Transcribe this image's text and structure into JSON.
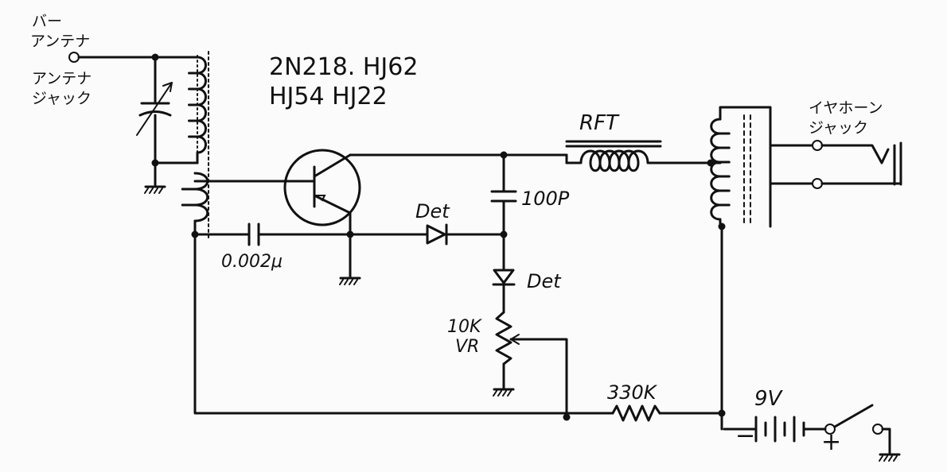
{
  "labels": {
    "bar_antenna": [
      "バー",
      "アンテナ"
    ],
    "antenna_jack": [
      "アンテナ",
      "ジャック"
    ],
    "transistor_types": [
      "2N218. HJ62",
      "HJ54  HJ22"
    ],
    "rft": "RFT",
    "cap_100p": "100P",
    "cap_0002": "0.002μ",
    "det_1": "Det",
    "det_2": "Det",
    "pot": [
      "10K",
      "VR"
    ],
    "res_330k": "330K",
    "battery": "9V",
    "batt_minus": "−",
    "batt_plus": "+",
    "earphone_jack": [
      "イヤホーン",
      "ジャック"
    ]
  },
  "components": [
    "bar-antenna-coil",
    "variable-capacitor",
    "pnp-transistor",
    "rf-transformer",
    "capacitor-100p",
    "capacitor-0.002u",
    "detector-diode-1",
    "detector-diode-2",
    "potentiometer-10k",
    "resistor-330k",
    "audio-transformer",
    "earphone-jack",
    "battery-9v",
    "power-switch"
  ]
}
